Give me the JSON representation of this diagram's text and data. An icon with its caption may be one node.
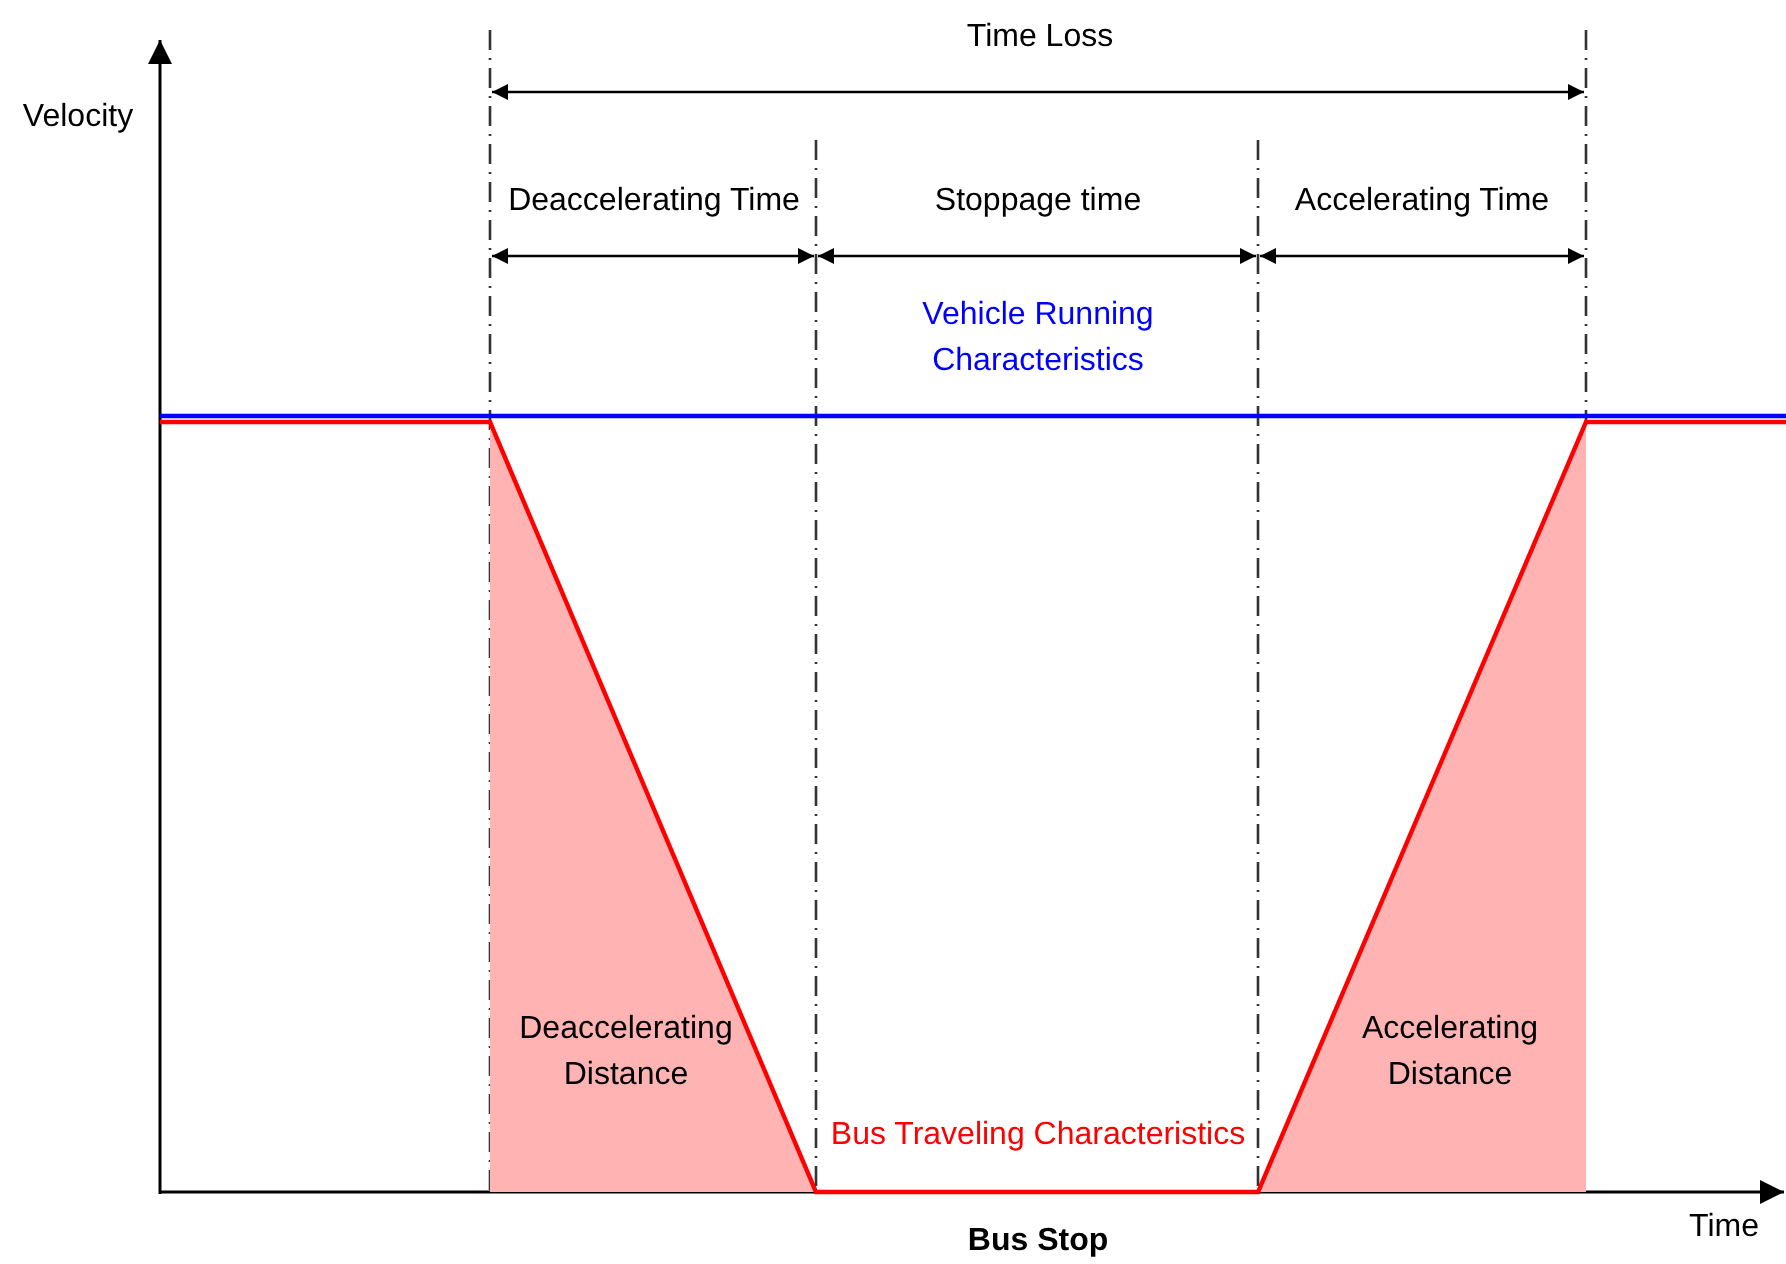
{
  "diagram": {
    "nodes": [
      {
        "text": [
          "Deaccelerating Distance"
        ]
      },
      {
        "text": [
          "Accelerating Distance"
        ]
      }
    ],
    "labels": [
      "Time Loss",
      "Velocity",
      "Deaccelerating Time",
      "Stoppage time",
      "Accelerating Time",
      "Vehicle Running Characteristics",
      "Bus Traveling Characteristics",
      "Time",
      "Bus Stop"
    ]
  }
}
